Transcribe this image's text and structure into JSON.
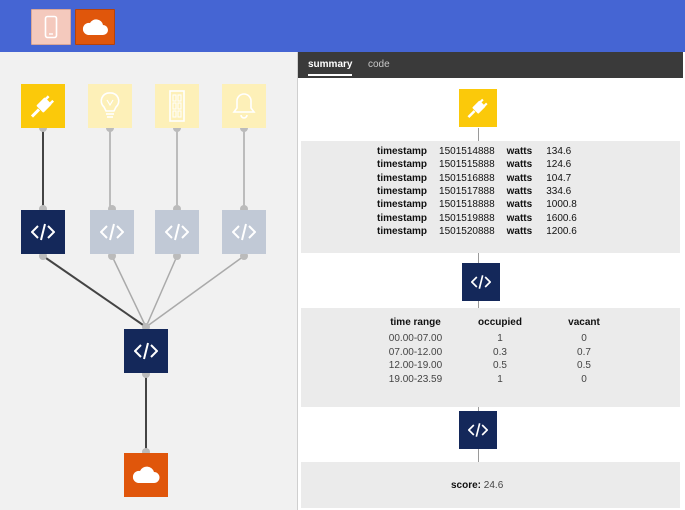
{
  "app": {
    "top_icons": [
      {
        "name": "phone-icon",
        "color": "#f4c9bd"
      },
      {
        "name": "cloud-icon",
        "color": "#e0560b"
      }
    ],
    "colors": {
      "topbar": "#4565d3",
      "sensor": "#fbc90a",
      "processor": "#14285a",
      "sink": "#e0560b"
    }
  },
  "canvas": {
    "sensors": [
      {
        "icon": "plug-icon",
        "active": true
      },
      {
        "icon": "bulb-icon",
        "active": false
      },
      {
        "icon": "door-icon",
        "active": false
      },
      {
        "icon": "bell-icon",
        "active": false
      }
    ],
    "processors": [
      {
        "icon": "code-icon",
        "active": true
      },
      {
        "icon": "code-icon",
        "active": false
      },
      {
        "icon": "code-icon",
        "active": false
      },
      {
        "icon": "code-icon",
        "active": false
      }
    ],
    "aggregator": {
      "icon": "code-icon"
    },
    "sink": {
      "icon": "cloud-icon"
    }
  },
  "panel": {
    "tabs": [
      {
        "label": "summary",
        "active": true
      },
      {
        "label": "code",
        "active": false
      }
    ],
    "readings": {
      "key_label": "timestamp",
      "value_label": "watts",
      "rows": [
        {
          "timestamp": "1501514888",
          "watts": "134.6"
        },
        {
          "timestamp": "1501515888",
          "watts": "124.6"
        },
        {
          "timestamp": "1501516888",
          "watts": "104.7"
        },
        {
          "timestamp": "1501517888",
          "watts": "334.6"
        },
        {
          "timestamp": "1501518888",
          "watts": "1000.8"
        },
        {
          "timestamp": "1501519888",
          "watts": "1600.6"
        },
        {
          "timestamp": "1501520888",
          "watts": "1200.6"
        }
      ]
    },
    "occupancy": {
      "headers": [
        "time range",
        "occupied",
        "vacant"
      ],
      "rows": [
        [
          "00.00-07.00",
          "1",
          "0"
        ],
        [
          "07.00-12.00",
          "0.3",
          "0.7"
        ],
        [
          "12.00-19.00",
          "0.5",
          "0.5"
        ],
        [
          "19.00-23.59",
          "1",
          "0"
        ]
      ]
    },
    "score": {
      "label": "score:",
      "value": "24.6"
    }
  }
}
